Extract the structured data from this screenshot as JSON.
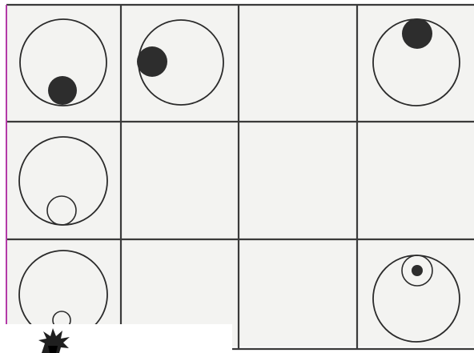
{
  "puzzle": {
    "rows": 3,
    "cols": 4,
    "cells": [
      {
        "row": 0,
        "col": 0,
        "symbol": "circle",
        "inner": "filled-dot",
        "inner_position": "bottom"
      },
      {
        "row": 0,
        "col": 1,
        "symbol": "circle",
        "inner": "filled-dot",
        "inner_position": "left"
      },
      {
        "row": 0,
        "col": 2,
        "symbol": "none"
      },
      {
        "row": 0,
        "col": 3,
        "symbol": "circle",
        "inner": "filled-dot",
        "inner_position": "top"
      },
      {
        "row": 1,
        "col": 0,
        "symbol": "circle",
        "inner": "small-ring",
        "inner_position": "bottom"
      },
      {
        "row": 1,
        "col": 1,
        "symbol": "none"
      },
      {
        "row": 1,
        "col": 2,
        "symbol": "none"
      },
      {
        "row": 1,
        "col": 3,
        "symbol": "none"
      },
      {
        "row": 2,
        "col": 0,
        "symbol": "circle",
        "inner": "small-ring",
        "inner_position": "bottom"
      },
      {
        "row": 2,
        "col": 1,
        "symbol": "none"
      },
      {
        "row": 2,
        "col": 2,
        "symbol": "none"
      },
      {
        "row": 2,
        "col": 3,
        "symbol": "circle",
        "inner": "ring-with-dot",
        "inner_position": "top"
      }
    ]
  },
  "colors": {
    "grid": "#3a3a3a",
    "frame_accent": "#b43aa8",
    "ink": "#2b2b2b"
  },
  "icons": {
    "corner_graphic": "spiky-plant-icon"
  }
}
